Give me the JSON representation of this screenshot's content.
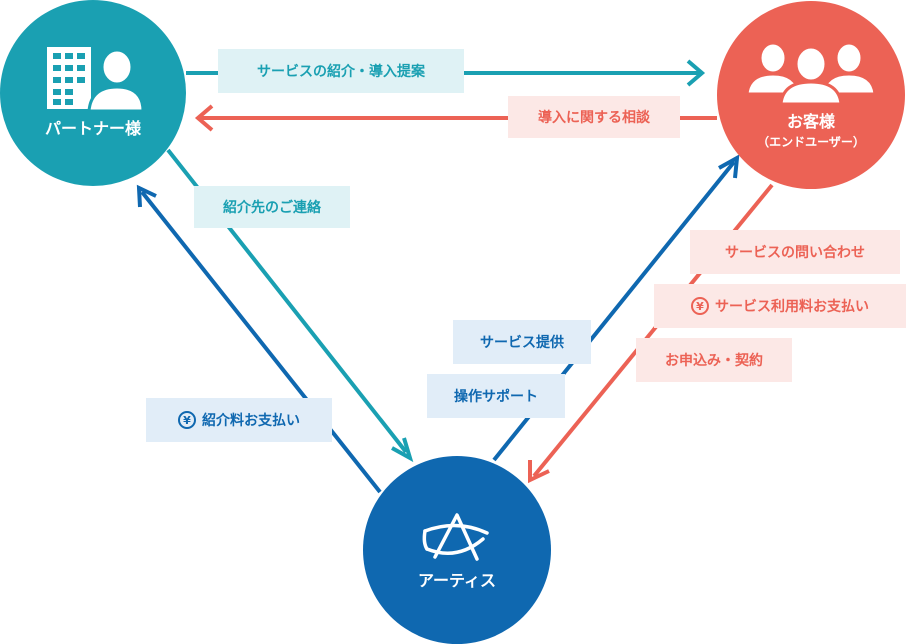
{
  "nodes": {
    "partner": {
      "label": "パートナー様",
      "color": "#1aa0b2",
      "icon": "building-person-icon"
    },
    "customer": {
      "label": "お客様",
      "sublabel": "（エンドユーザー）",
      "color": "#ec6255",
      "icon": "people-group-icon"
    },
    "artis": {
      "label": "アーティス",
      "color": "#0f68b0",
      "icon": "artis-logo-icon"
    }
  },
  "edges": {
    "service_intro": "サービスの紹介・導入提案",
    "consultation": "導入に関する相談",
    "referral_contact": "紹介先のご連絡",
    "referral_fee": "紹介料お支払い",
    "service_provision": "サービス提供",
    "operation_support": "操作サポート",
    "service_inquiry": "サービスの問い合わせ",
    "usage_fee": "サービス利用料お支払い",
    "application_contract": "お申込み・契約"
  },
  "icons": {
    "yen": "¥"
  },
  "colors": {
    "teal": "#1aa0b2",
    "red": "#ec6255",
    "blue": "#0f68b0"
  }
}
